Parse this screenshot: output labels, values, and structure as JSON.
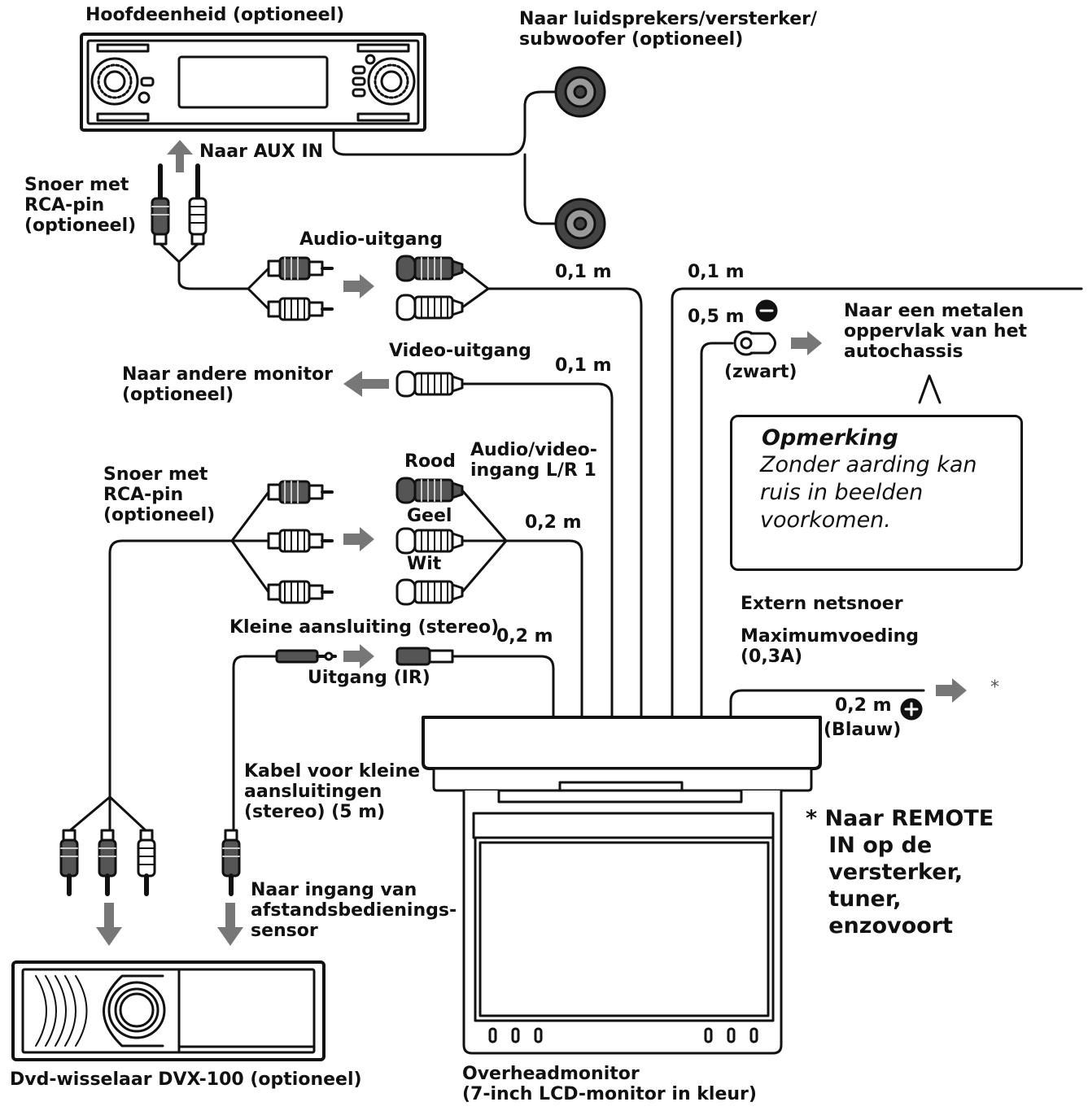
{
  "labels": {
    "head_unit": "Hoofdeenheid (optioneel)",
    "speakers": "Naar luidsprekers/versterker/\nsubwoofer (optioneel)",
    "to_aux_in": "Naar AUX IN",
    "rca_cord_top": "Snoer met\nRCA-pin\n(optioneel)",
    "audio_out": "Audio-uitgang",
    "len_audio": "0,1 m",
    "len_right_top": "0,1 m",
    "len_ground": "0,5 m",
    "to_chassis": "Naar een metalen\noppervlak van het\nautochassis",
    "black": "(zwart)",
    "video_out": "Video-uitgang",
    "len_video": "0,1 m",
    "other_monitor": "Naar andere monitor\n(optioneel)",
    "red": "Rood",
    "av_input": "Audio/video-\ningang L/R 1",
    "rca_cord_mid": "Snoer met\nRCA-pin\n(optioneel)",
    "yellow": "Geel",
    "len_av": "0,2 m",
    "white": "Wit",
    "mini_jack": "Kleine aansluiting (stereo)",
    "len_ir": "0,2 m",
    "ir_out": "Uitgang (IR)",
    "ext_power": "Extern netsnoer",
    "max_supply": "Maximumvoeding\n(0,3A)",
    "asterisk": "*",
    "len_blue": "0,2 m",
    "blue": "(Blauw)",
    "mini_cable": "Kabel voor kleine\naansluitingen\n(stereo) (5 m)",
    "remote_note": "* Naar REMOTE\n   IN op de\n   versterker,\n   tuner,\n   enzovoort",
    "remote_sensor": "Naar ingang van\nafstandsbedienings-\nsensor",
    "dvd_changer": "Dvd-wisselaar DVX-100 (optioneel)",
    "overhead": "Overheadmonitor\n(7-inch LCD-monitor in kleur)"
  },
  "note": {
    "title": "Opmerking",
    "text": "Zonder aarding kan\nruis in beelden\nvoorkomen."
  },
  "icons": [
    "minus-terminal-icon",
    "plus-terminal-icon",
    "arrow-icon"
  ]
}
